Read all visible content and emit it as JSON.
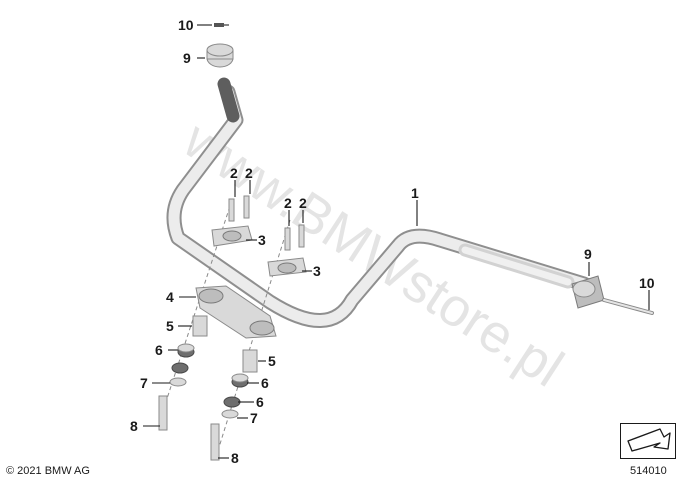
{
  "watermark": "www.BMWstore.pl",
  "copyright": "© 2021 BMW AG",
  "diagram_number": "514010",
  "view_icon": "direction-arrow-icon",
  "callouts": {
    "c10_top": "10",
    "c9_top": "9",
    "c2_a": "2",
    "c2_b": "2",
    "c2_c": "2",
    "c2_d": "2",
    "c3_a": "3",
    "c3_b": "3",
    "c1": "1",
    "c9_right": "9",
    "c10_right": "10",
    "c4": "4",
    "c5_a": "5",
    "c6_a": "6",
    "c7_a": "7",
    "c8_a": "8",
    "c5_b": "5",
    "c6_b": "6",
    "c6_c": "6",
    "c7_b": "7",
    "c8_b": "8"
  }
}
